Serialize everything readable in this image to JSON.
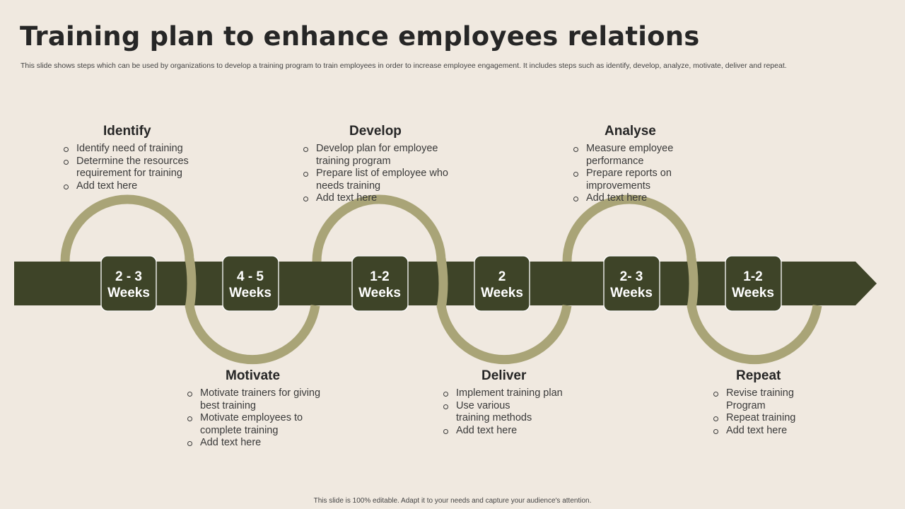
{
  "title": "Training plan to enhance employees relations",
  "subtitle": "This slide shows steps which can be used by organizations to develop a training program to train employees in order to increase employee engagement. It includes steps such as identify, develop, analyze, motivate, deliver and repeat.",
  "colors": {
    "background": "#f0e9e0",
    "arrow": "#3e4428",
    "ring": "#a9a477",
    "box": "#3e4428"
  },
  "durations": [
    {
      "line1": "2 - 3",
      "line2": "Weeks"
    },
    {
      "line1": "4 - 5",
      "line2": "Weeks"
    },
    {
      "line1": "1-2",
      "line2": "Weeks"
    },
    {
      "line1": "2",
      "line2": "Weeks"
    },
    {
      "line1": "2- 3",
      "line2": "Weeks"
    },
    {
      "line1": "1-2",
      "line2": "Weeks"
    }
  ],
  "stages": [
    {
      "title": "Identify",
      "items": [
        "Identify need of training",
        "Determine the resources requirement for training",
        "Add text here"
      ]
    },
    {
      "title": "Motivate",
      "items": [
        "Motivate trainers for giving best training",
        "Motivate employees to complete training",
        "Add text here"
      ]
    },
    {
      "title": "Develop",
      "items": [
        "Develop plan for employee training program",
        "Prepare list of employee who needs training",
        "Add text here"
      ]
    },
    {
      "title": "Deliver",
      "items": [
        "Implement training plan",
        "Use various training methods",
        "Add text here"
      ]
    },
    {
      "title": "Analyse",
      "items": [
        "Measure employee performance",
        "Prepare reports on improvements",
        "Add text here"
      ]
    },
    {
      "title": "Repeat",
      "items": [
        "Revise training Program",
        "Repeat training",
        "Add text here"
      ]
    }
  ],
  "bullet_icon": "circle-bullet-icon",
  "footer": "This slide is 100% editable.  Adapt it to your needs and capture your audience's attention."
}
